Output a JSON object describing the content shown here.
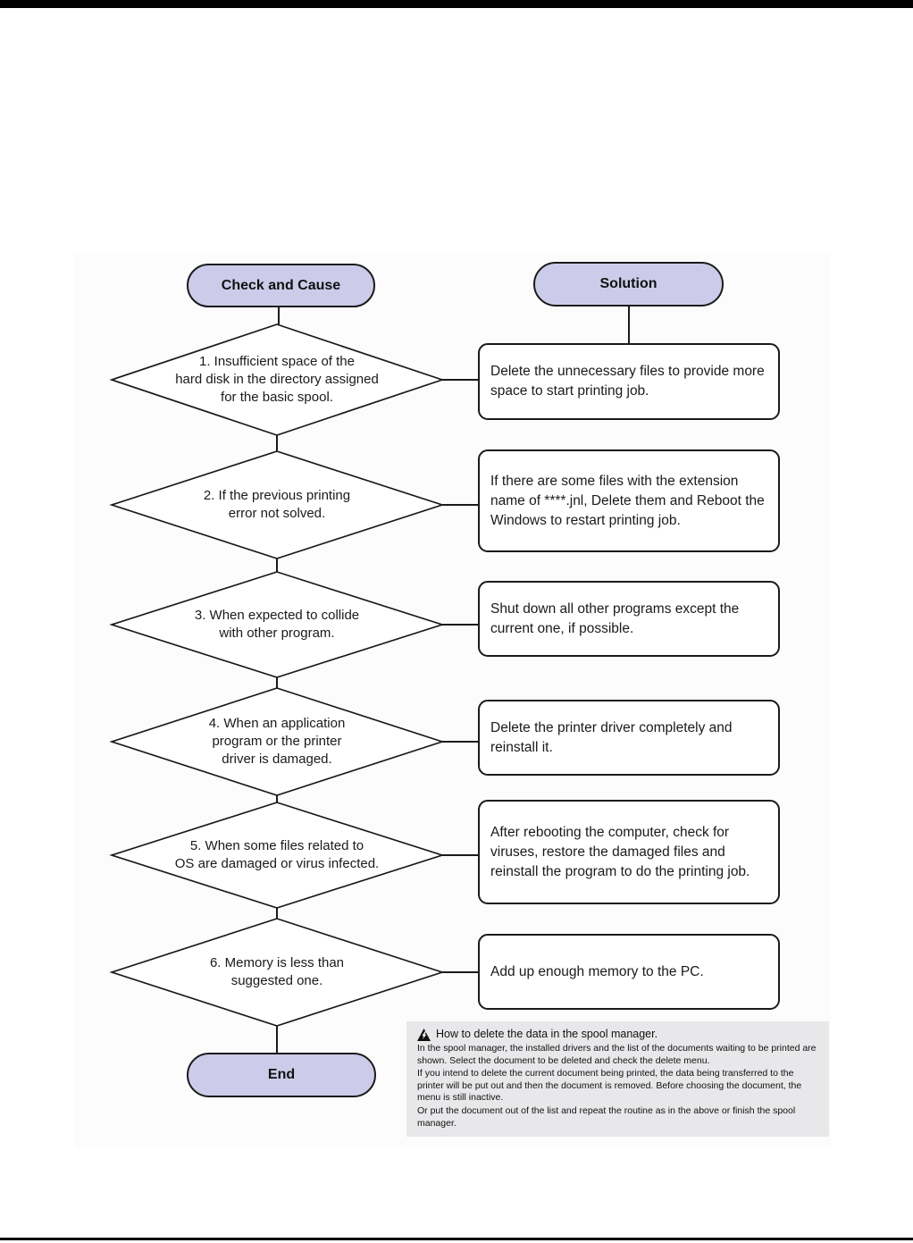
{
  "flowchart": {
    "headers": {
      "cause": "Check and Cause",
      "solution": "Solution"
    },
    "rows": [
      {
        "cause_lines": [
          "1. Insufficient space of the",
          "hard disk in the directory assigned",
          "for the basic spool."
        ],
        "solution": "Delete the unnecessary files to provide more space to start printing job."
      },
      {
        "cause_lines": [
          "2. If the previous printing",
          "error not solved."
        ],
        "solution": "If there are some files with the extension name of ****.jnl, Delete them and Reboot the Windows to restart printing job."
      },
      {
        "cause_lines": [
          "3. When expected to collide",
          "with other program."
        ],
        "solution": "Shut down all other programs except the current one, if possible."
      },
      {
        "cause_lines": [
          "4. When an application",
          "program or the printer",
          "driver is damaged."
        ],
        "solution": "Delete the printer driver completely and reinstall it."
      },
      {
        "cause_lines": [
          "5. When some files related to",
          "OS are damaged or virus infected."
        ],
        "solution": "After rebooting the computer, check for viruses, restore the damaged files and reinstall the program to do the printing job."
      },
      {
        "cause_lines": [
          "6. Memory is less than",
          "suggested one."
        ],
        "solution": "Add up enough memory to the PC."
      }
    ],
    "end_label": "End",
    "colors": {
      "pill_fill": "#ccccea",
      "outline": "#1a1a1a",
      "note_background": "#e8e8ea",
      "page_background": "#ffffff"
    }
  },
  "note": {
    "icon": "warning-triangle-icon",
    "title": "How to delete the data in the spool manager.",
    "paragraphs": [
      "In the spool manager, the installed drivers and the list of the documents waiting to be printed are shown. Select the document to be deleted and check the delete menu.",
      "If you intend to delete the current document being printed, the data being transferred to the printer will be put out and then the document is removed. Before choosing the document, the menu is still inactive.",
      "Or put the document out of the list and repeat the routine as in the above or finish the spool manager."
    ]
  }
}
